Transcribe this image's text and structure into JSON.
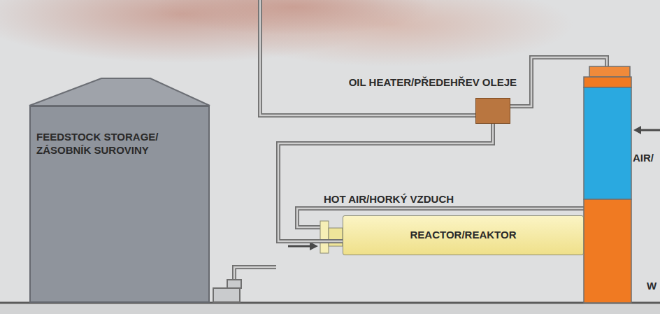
{
  "diagram": {
    "nodes": [
      {
        "text": [
          "FEEDSTOCK STORAGE/ ZÁSOBNÍK SUROVINY"
        ]
      },
      {
        "text": [
          "OIL HEATER/PŘEDEHŘEV OLEJE"
        ]
      },
      {
        "text": [
          "REACTOR/REAKTOR"
        ]
      }
    ],
    "edges": [
      {
        "from": 1,
        "to": 2,
        "arrow": "none"
      }
    ],
    "labels": [
      "HOT AIR/HORKÝ VZDUCH",
      "AIR/",
      "W"
    ]
  }
}
